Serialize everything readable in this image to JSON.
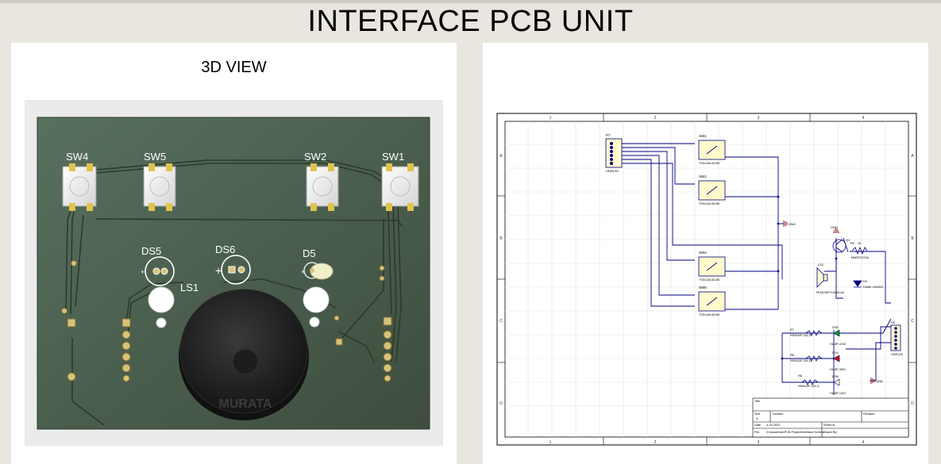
{
  "page": {
    "title": "INTERFACE PCB UNIT"
  },
  "left_panel": {
    "title": "3D VIEW",
    "board": {
      "component_labels": [
        "SW4",
        "SW5",
        "SW2",
        "SW1",
        "DS5",
        "DS6",
        "D5",
        "LS1"
      ],
      "buzzer_marking": "MURATA",
      "polarity_marks": [
        "+",
        "+",
        "+"
      ]
    }
  },
  "right_panel": {
    "title": "",
    "schematic": {
      "column_labels": [
        "1",
        "2",
        "3",
        "4"
      ],
      "row_labels": [
        "A",
        "B",
        "C",
        "D"
      ],
      "connector_p7": {
        "ref": "P7",
        "part": "HDR1X5"
      },
      "switches": [
        {
          "ref": "SW1",
          "part": "TS04-66-50-BK"
        },
        {
          "ref": "SW2",
          "part": "TS04-66-50-BK"
        },
        {
          "ref": "SW4",
          "part": "TS04-66-50-BK"
        },
        {
          "ref": "SW5",
          "part": "TS04-66-50-BK"
        }
      ],
      "gnd_label": "GND",
      "transistor": {
        "ref": "Q1",
        "part": "MMBT2222A"
      },
      "resistor_r9": {
        "ref": "R9",
        "value": "1K"
      },
      "speaker": {
        "ref": "LS1",
        "part": "PKM13EPYH4000-A0"
      },
      "diode": {
        "ref": "D4",
        "part": "Diode 1N4001"
      },
      "connector_p8": {
        "ref": "P8",
        "part": "HDR1X6"
      },
      "leds": [
        {
          "ref": "DS5",
          "part": "HLMP-4740"
        },
        {
          "ref": "DS4",
          "part": "HLMP-3301"
        },
        {
          "ref": "DS6",
          "part": "HLMP-1301"
        }
      ],
      "resistors": [
        {
          "ref": "R7",
          "part": "RR0510P-331-D"
        },
        {
          "ref": "R8",
          "part": "RR0510P-331-D"
        },
        {
          "ref": "R6",
          "part": "RR0510P-331-D"
        }
      ],
      "title_block": {
        "title_label": "Title",
        "size_label": "Size",
        "size_value": "A",
        "number_label": "Number",
        "revision_label": "Revision",
        "date_label": "Date",
        "date_value": "4-15-2023",
        "sheet_label": "Sheet  of",
        "file_label": "File",
        "file_value": "D:\\Academic\\PCB Project\\Interface.SchDoc",
        "drawn_label": "Drawn By:"
      }
    }
  },
  "colors": {
    "background": "#e9e6df",
    "board_green": "#485b48",
    "wire_blue": "#000080",
    "led_green": "#00a000",
    "led_red": "#d00000",
    "component_yellow": "#fffacc"
  }
}
